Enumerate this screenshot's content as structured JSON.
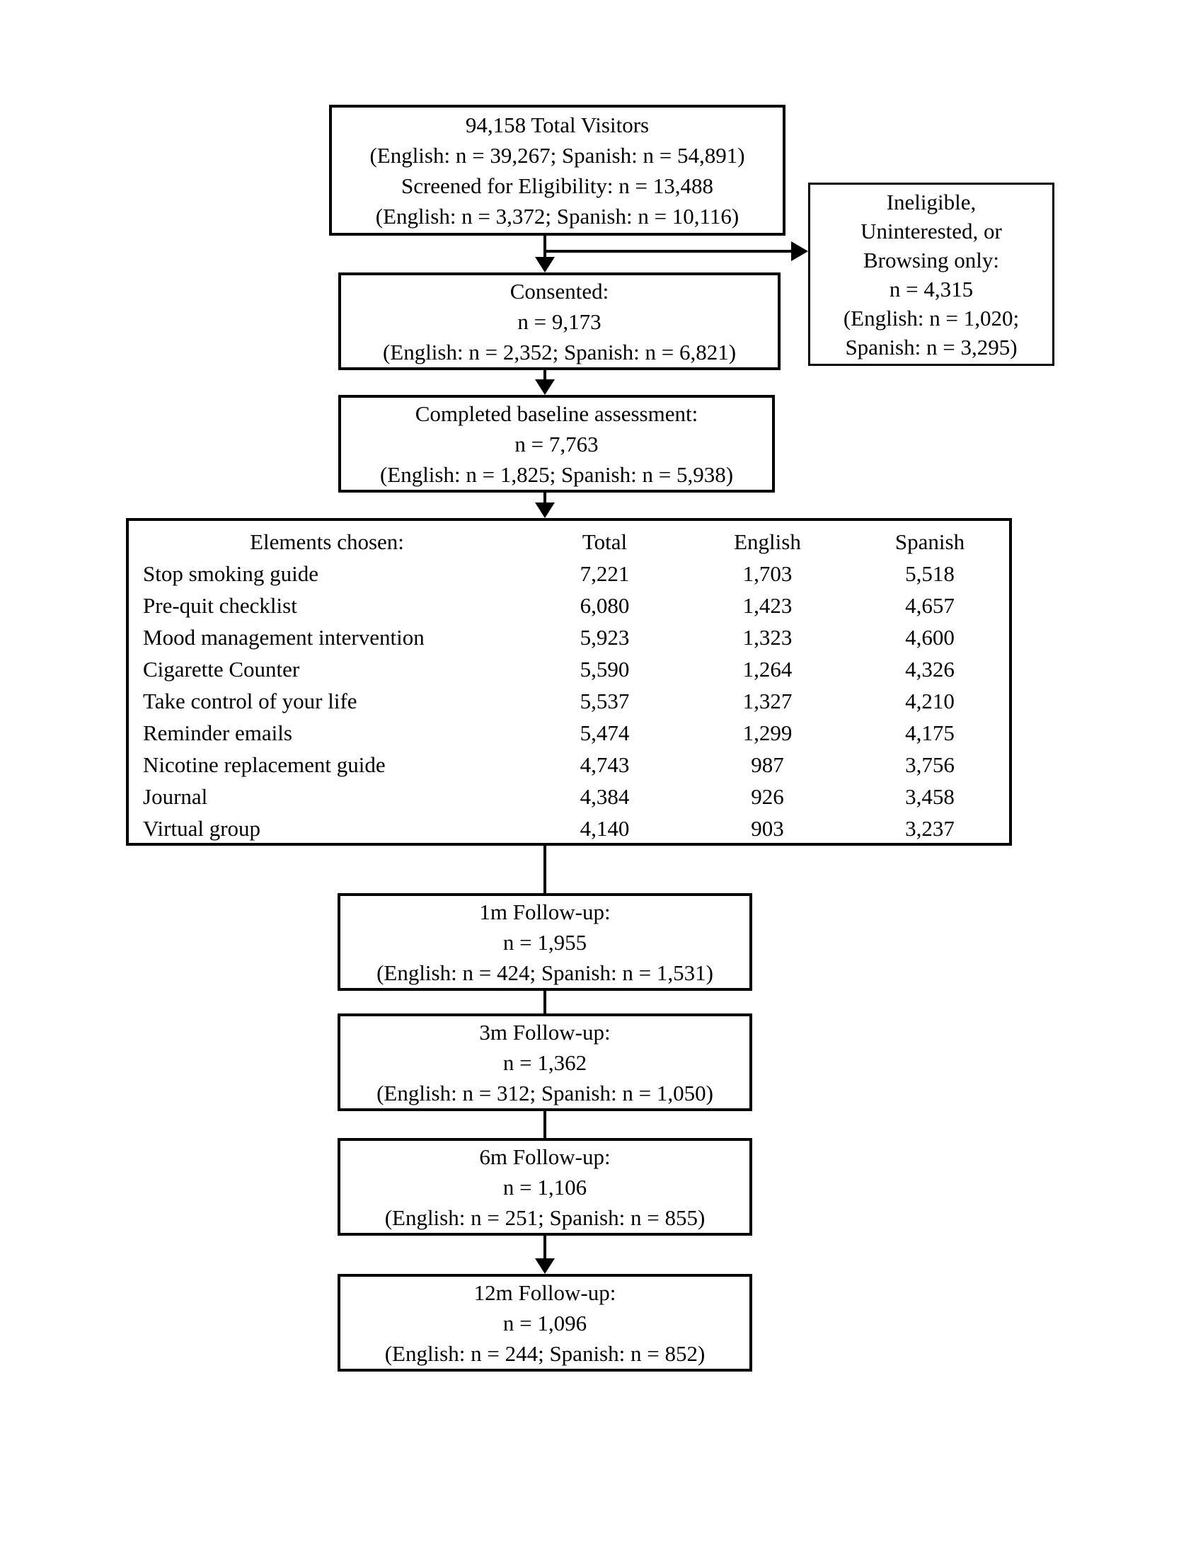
{
  "diagram": {
    "colors": {
      "ink": "#000000",
      "background": "#ffffff"
    },
    "boxes": {
      "visitors": {
        "lines": [
          "94,158 Total Visitors",
          "(English: n = 39,267; Spanish: n = 54,891)",
          "Screened for Eligibility: n = 13,488",
          "(English: n = 3,372; Spanish: n = 10,116)"
        ]
      },
      "ineligible": {
        "lines": [
          "Ineligible,",
          "Uninterested, or",
          "Browsing only:",
          "n = 4,315",
          "(English: n = 1,020;",
          "Spanish: n = 3,295)"
        ]
      },
      "consented": {
        "lines": [
          "Consented:",
          "n = 9,173",
          "(English: n = 2,352; Spanish: n = 6,821)"
        ]
      },
      "baseline": {
        "lines": [
          "Completed baseline assessment:",
          "n = 7,763",
          "(English: n = 1,825; Spanish: n = 5,938)"
        ]
      },
      "followup_1m": {
        "lines": [
          "1m Follow-up:",
          "n = 1,955",
          "(English: n = 424; Spanish: n = 1,531)"
        ]
      },
      "followup_3m": {
        "lines": [
          "3m Follow-up:",
          "n = 1,362",
          "(English: n = 312; Spanish: n = 1,050)"
        ]
      },
      "followup_6m": {
        "lines": [
          "6m Follow-up:",
          "n = 1,106",
          "(English: n = 251; Spanish: n = 855)"
        ]
      },
      "followup_12m": {
        "lines": [
          "12m Follow-up:",
          "n = 1,096",
          "(English: n = 244; Spanish: n = 852)"
        ]
      }
    },
    "table": {
      "header_label": "Elements chosen:",
      "columns": [
        "Total",
        "English",
        "Spanish"
      ],
      "rows": [
        {
          "label": "Stop smoking guide",
          "total": "7,221",
          "english": "1,703",
          "spanish": "5,518"
        },
        {
          "label": "Pre-quit checklist",
          "total": "6,080",
          "english": "1,423",
          "spanish": "4,657"
        },
        {
          "label": "Mood management  intervention",
          "total": "5,923",
          "english": "1,323",
          "spanish": "4,600"
        },
        {
          "label": "Cigarette Counter",
          "total": "5,590",
          "english": "1,264",
          "spanish": "4,326"
        },
        {
          "label": "Take control of your life",
          "total": "5,537",
          "english": "1,327",
          "spanish": "4,210"
        },
        {
          "label": "Reminder emails",
          "total": "5,474",
          "english": "1,299",
          "spanish": "4,175"
        },
        {
          "label": "Nicotine replacement guide",
          "total": "4,743",
          "english": "987",
          "spanish": "3,756"
        },
        {
          "label": "Journal",
          "total": "4,384",
          "english": "926",
          "spanish": "3,458"
        },
        {
          "label": "Virtual group",
          "total": "4,140",
          "english": "903",
          "spanish": "3,237"
        }
      ]
    }
  }
}
